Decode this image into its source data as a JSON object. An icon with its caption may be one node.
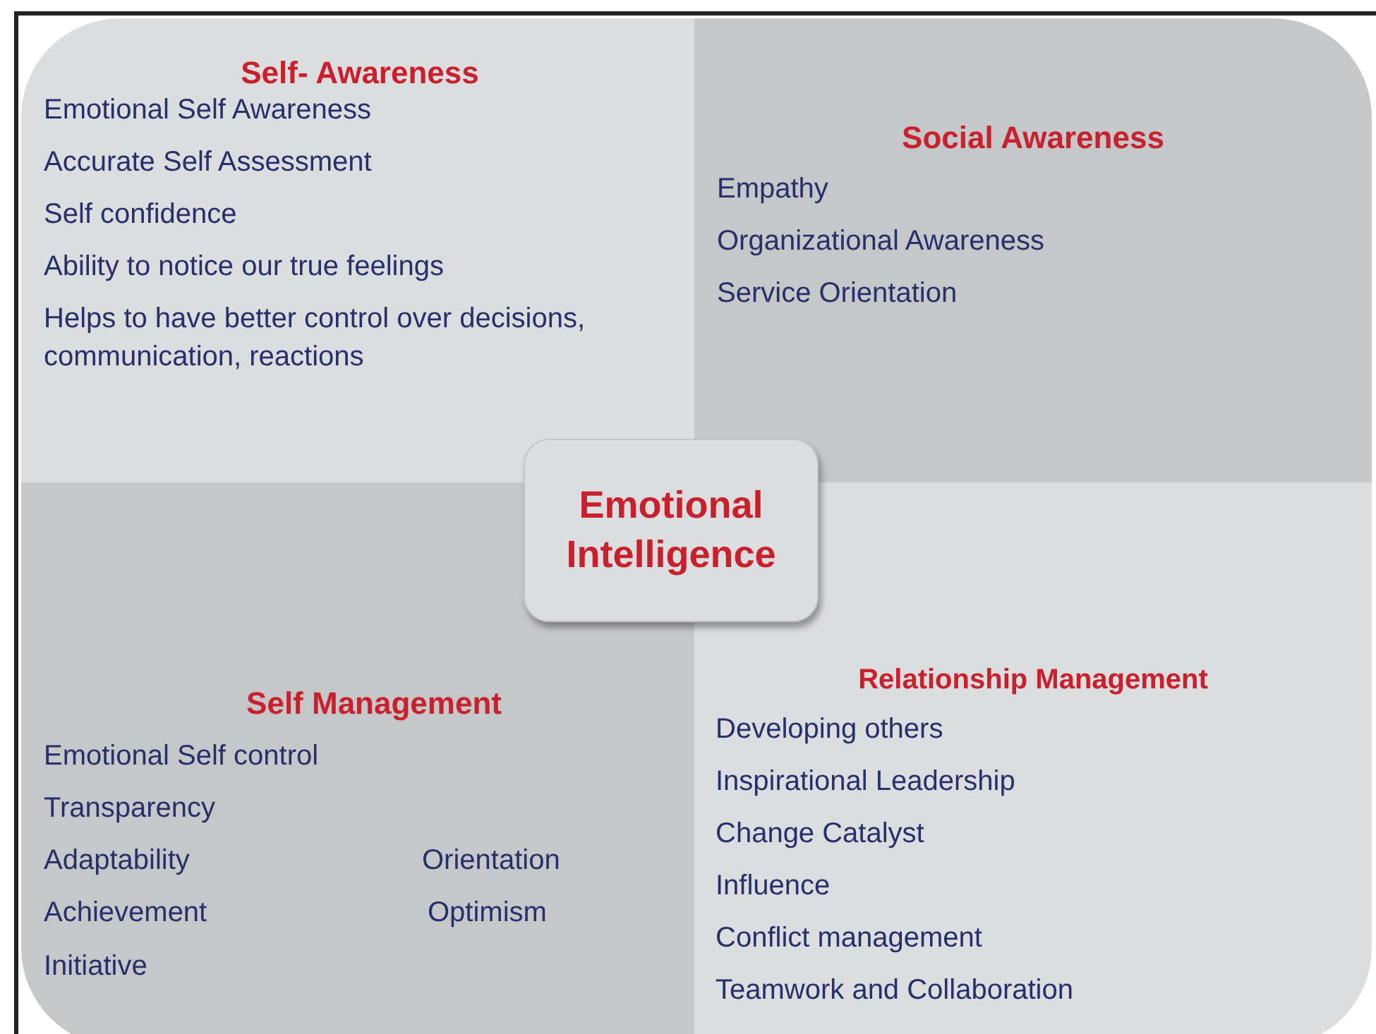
{
  "diagram": {
    "nodes": [
      {
        "text": [
          "Self- Awareness",
          "Emotional Self Awareness",
          "Accurate Self Assessment",
          "Self confidence",
          "Ability to notice our true feelings",
          "Helps to have better control over decisions, communication, reactions"
        ]
      },
      {
        "text": [
          "Social Awareness",
          "Empathy",
          "Organizational Awareness",
          "Service Orientation"
        ]
      },
      {
        "text": [
          "Self Management",
          "Emotional Self control",
          "Transparency",
          "Adaptability",
          "Orientation",
          "Achievement",
          "Optimism",
          "Initiative"
        ]
      },
      {
        "text": [
          "Relationship Management",
          "Developing others",
          "Inspirational Leadership",
          "Change Catalyst",
          "Influence",
          "Conflict management",
          "Teamwork and Collaboration"
        ]
      },
      {
        "text": [
          "Emotional Intelligence"
        ]
      }
    ]
  }
}
